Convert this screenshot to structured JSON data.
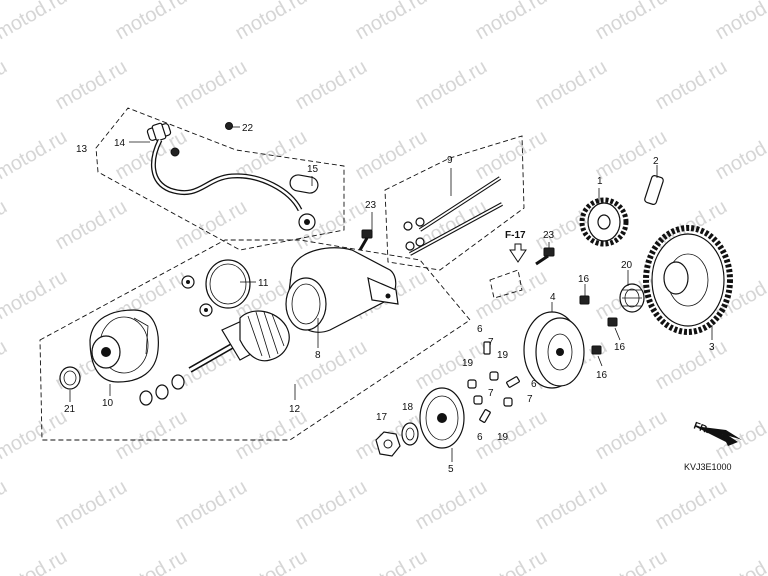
{
  "watermark": "motod.ru",
  "diagram_code": "KVJ3E1000",
  "front_indicator": "FR.",
  "ref_label": "F-17",
  "callouts": {
    "c1": "1",
    "c2": "2",
    "c3": "3",
    "c4": "4",
    "c5": "5",
    "c6a": "6",
    "c6b": "6",
    "c6c": "6",
    "c7a": "7",
    "c7b": "7",
    "c7c": "7",
    "c8": "8",
    "c9": "9",
    "c10": "10",
    "c11": "11",
    "c12": "12",
    "c13": "13",
    "c14": "14",
    "c15": "15",
    "c16a": "16",
    "c16b": "16",
    "c16c": "16",
    "c17": "17",
    "c18": "18",
    "c19a": "19",
    "c19b": "19",
    "c19c": "19",
    "c20": "20",
    "c21": "21",
    "c22": "22",
    "c23a": "23",
    "c23b": "23"
  }
}
